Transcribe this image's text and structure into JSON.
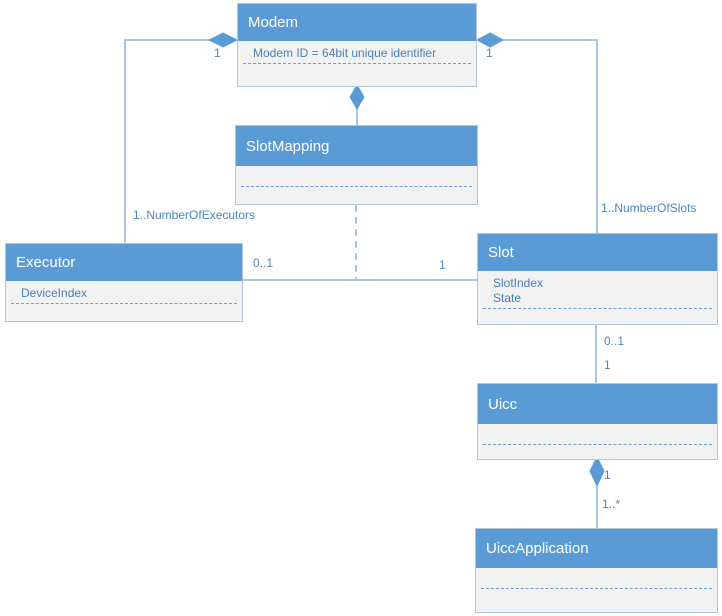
{
  "classes": {
    "modem": {
      "name": "Modem",
      "attr1": "Modem ID = 64bit unique identifier"
    },
    "slotMapping": {
      "name": "SlotMapping"
    },
    "executor": {
      "name": "Executor",
      "attr1": "DeviceIndex"
    },
    "slot": {
      "name": "Slot",
      "attr1": "SlotIndex",
      "attr2": "State"
    },
    "uicc": {
      "name": "Uicc"
    },
    "uiccApplication": {
      "name": "UiccApplication"
    }
  },
  "multiplicities": {
    "modem_executor_modem_end": "1",
    "modem_executor_executor_end": "1..NumberOfExecutors",
    "modem_slot_modem_end": "1",
    "modem_slot_slot_end": "1..NumberOfSlots",
    "executor_slot_executor_end": "0..1",
    "executor_slot_slot_end": "1",
    "slot_uicc_slot_end": "0..1",
    "slot_uicc_uicc_end": "1",
    "uicc_app_uicc_end": "1",
    "uicc_app_app_end": "1..*"
  },
  "colors": {
    "header_fill": "#5b9bd5",
    "header_text": "#ffffff",
    "body_fill": "#f2f2f2",
    "box_border": "#b4c6da",
    "connector_line": "#a5c6e7",
    "diamond_fill": "#5b9bd5",
    "attribute_text": "#4a7ebb",
    "multiplicity_text": "#4a86c8",
    "separator_dash": "#6fa0d4"
  }
}
